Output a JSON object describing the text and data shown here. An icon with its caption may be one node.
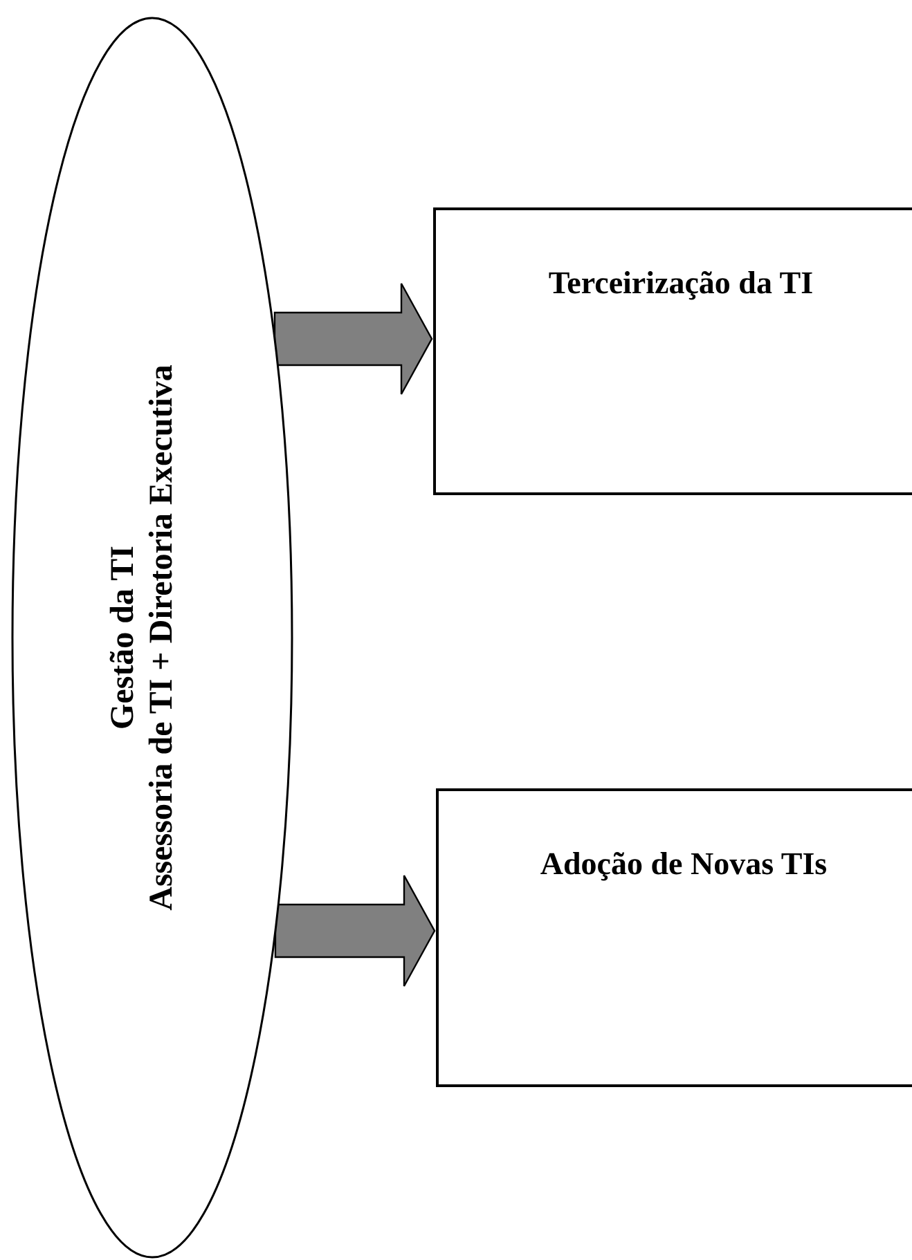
{
  "diagram": {
    "nodes": [
      {
        "text": [
          "Gestão da TI",
          "Assessoria de TI + Diretoria Executiva"
        ]
      },
      {
        "text": [
          "Terceirização da TI"
        ]
      },
      {
        "text": [
          "Adoção de Novas TIs"
        ]
      }
    ],
    "edges": [
      {
        "from": 0,
        "to": 1,
        "arrow": "to"
      },
      {
        "from": 0,
        "to": 2,
        "arrow": "to"
      }
    ]
  }
}
